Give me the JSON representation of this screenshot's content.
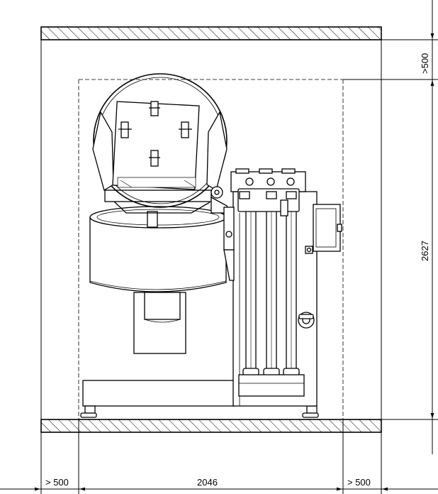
{
  "dimensions": {
    "left_clearance": "> 500",
    "width": "2046",
    "right_clearance": "> 500",
    "top_clearance": ">500",
    "height": "2627"
  },
  "colors": {
    "line": "#000000",
    "background": "#ffffff",
    "hatch": "#000000"
  }
}
